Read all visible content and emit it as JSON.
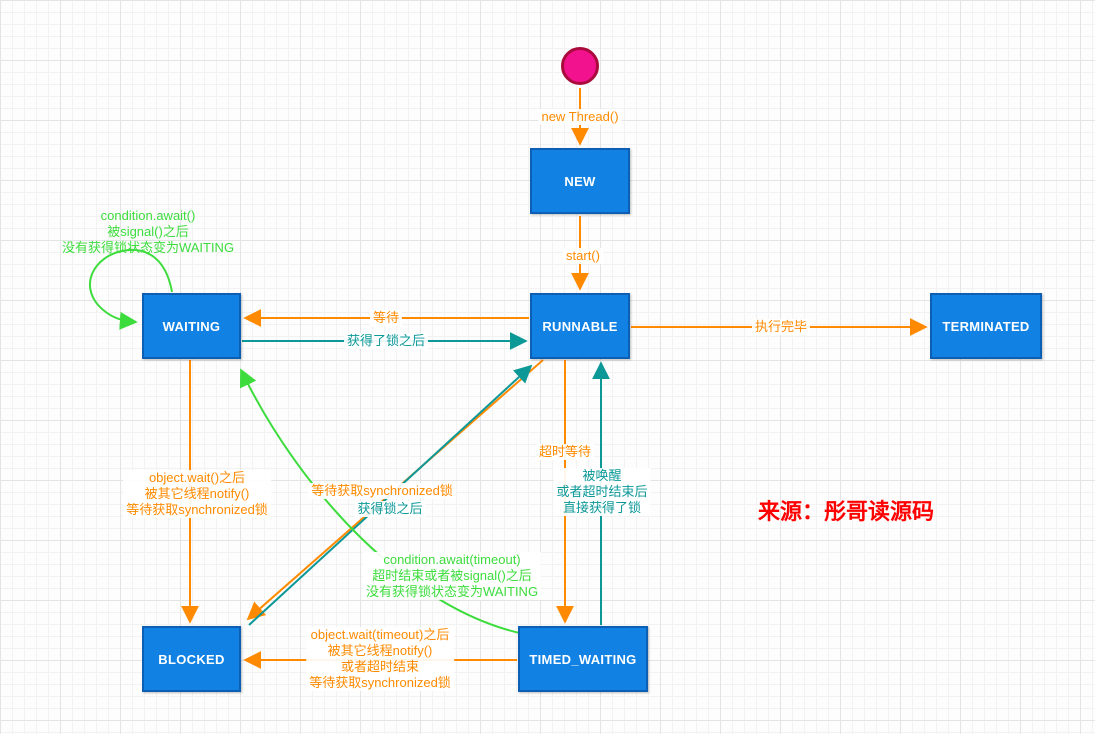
{
  "meta": {
    "source_note": "来源：彤哥读源码"
  },
  "colors": {
    "state_fill": "#1182e4",
    "state_border": "#0d5fb3",
    "arrow_orange": "#ff8a00",
    "arrow_teal": "#0d9898",
    "arrow_green": "#3ddc3d",
    "start_fill": "#f2128d",
    "start_border": "#aa0a3c",
    "note_red": "#ff0000"
  },
  "states": [
    {
      "id": "new",
      "label": "NEW"
    },
    {
      "id": "waiting",
      "label": "WAITING"
    },
    {
      "id": "runnable",
      "label": "RUNNABLE"
    },
    {
      "id": "terminated",
      "label": "TERMINATED"
    },
    {
      "id": "blocked",
      "label": "BLOCKED"
    },
    {
      "id": "timed_waiting",
      "label": "TIMED_WAITING"
    }
  ],
  "transitions": [
    {
      "id": "new-thread",
      "from": "start",
      "to": "new",
      "color": "orange",
      "label": "new Thread()"
    },
    {
      "id": "start",
      "from": "new",
      "to": "runnable",
      "color": "orange",
      "label": "start()"
    },
    {
      "id": "runnable-to-waiting",
      "from": "runnable",
      "to": "waiting",
      "color": "orange",
      "label": "等待"
    },
    {
      "id": "waiting-to-runnable",
      "from": "waiting",
      "to": "runnable",
      "color": "teal",
      "label": "获得了锁之后"
    },
    {
      "id": "runnable-to-terminated",
      "from": "runnable",
      "to": "terminated",
      "color": "orange",
      "label": "执行完毕"
    },
    {
      "id": "waiting-to-blocked",
      "from": "waiting",
      "to": "blocked",
      "color": "orange",
      "label": "object.wait()之后\n被其它线程notify()\n等待获取synchronized锁"
    },
    {
      "id": "waiting-self-loop",
      "from": "waiting",
      "to": "waiting",
      "color": "green",
      "label": "condition.await()\n被signal()之后\n没有获得锁状态变为WAITING"
    },
    {
      "id": "runnable-to-blocked",
      "from": "runnable",
      "to": "blocked",
      "color": "orange",
      "label": "等待获取synchronized锁"
    },
    {
      "id": "blocked-to-runnable",
      "from": "blocked",
      "to": "runnable",
      "color": "teal",
      "label": "获得锁之后"
    },
    {
      "id": "runnable-to-timed-waiting",
      "from": "runnable",
      "to": "timed_waiting",
      "color": "orange",
      "label": "超时等待"
    },
    {
      "id": "timed-waiting-to-runnable",
      "from": "timed_waiting",
      "to": "runnable",
      "color": "teal",
      "label": "被唤醒\n或者超时结束后\n直接获得了锁"
    },
    {
      "id": "timed-waiting-to-waiting",
      "from": "timed_waiting",
      "to": "waiting",
      "color": "green",
      "label": "condition.await(timeout)\n超时结束或者被signal()之后\n没有获得锁状态变为WAITING"
    },
    {
      "id": "timed-waiting-to-blocked",
      "from": "timed_waiting",
      "to": "blocked",
      "color": "orange",
      "label": "object.wait(timeout)之后\n被其它线程notify()\n或者超时结束\n等待获取synchronized锁"
    }
  ]
}
